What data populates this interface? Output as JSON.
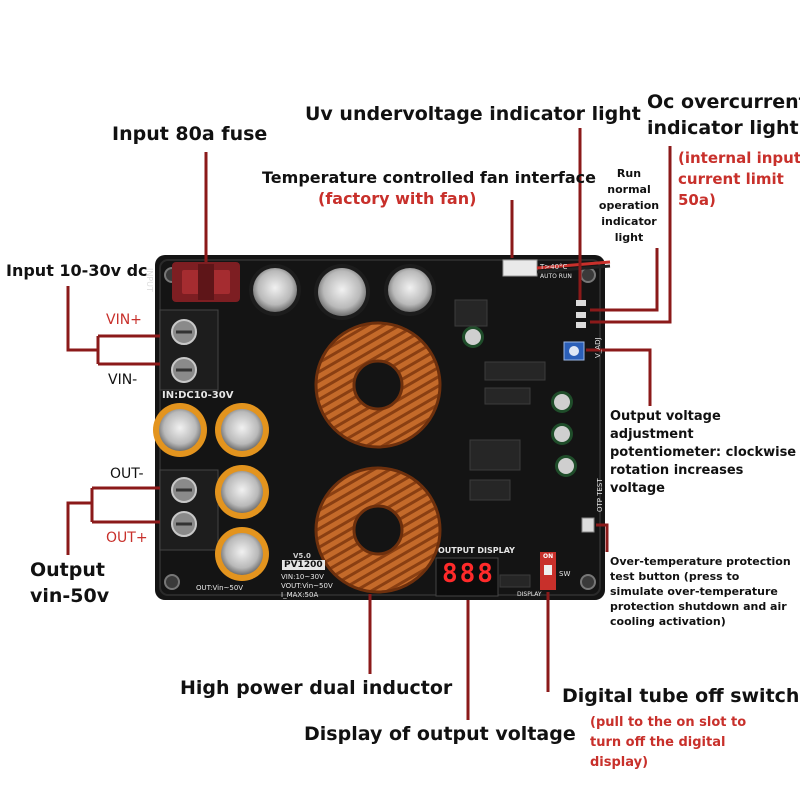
{
  "labels": {
    "input_fuse": "Input 80a fuse",
    "uv_light": "Uv undervoltage indicator light",
    "oc_light_line1": "Oc overcurrent",
    "oc_light_line2": "indicator light",
    "oc_note_line1": "(internal input",
    "oc_note_line2": "current limit",
    "oc_note_line3": "50a)",
    "fan_interface": "Temperature controlled fan interface",
    "fan_note": "(factory with fan)",
    "run_light_line1": "Run",
    "run_light_line2": "normal",
    "run_light_line3": "operation",
    "run_light_line4": "indicator",
    "run_light_line5": "light",
    "input_range": "Input 10-30v dc",
    "vin_plus": "VIN+",
    "vin_minus": "VIN-",
    "out_minus": "OUT-",
    "out_plus": "OUT+",
    "output_range_line1": "Output",
    "output_range_line2": "vin-50v",
    "pot_line1": "Output voltage",
    "pot_line2": "adjustment",
    "pot_line3": "potentiometer: clockwise",
    "pot_line4": "rotation increases",
    "pot_line5": "voltage",
    "otp_line1": "Over-temperature protection",
    "otp_line2": "test button (press to",
    "otp_line3": "simulate over-temperature",
    "otp_line4": "protection shutdown and air",
    "otp_line5": "cooling activation)",
    "inductor": "High power dual inductor",
    "display": "Display of output voltage",
    "tube_switch": "Digital tube off switch",
    "tube_note_line1": "(pull to the on slot to",
    "tube_note_line2": "turn off the digital",
    "tube_note_line3": "display)"
  },
  "board": {
    "silk_input": "IN:DC10-30V",
    "silk_output_display": "OUTPUT DISPLAY",
    "silk_model": "PV1200",
    "silk_version": "V5.0",
    "silk_vin": "VIN:10~30V",
    "silk_vout": "VOUT:Vin~50V",
    "silk_imax": "I_MAX:50A",
    "silk_out": "OUT:Vin~50V",
    "silk_input_tag": "INPUT",
    "silk_fan": "T>40°C",
    "silk_run": "AUTO RUN",
    "silk_vadj": "V_ADJ",
    "silk_otp": "OTP TEST",
    "silk_on": "ON",
    "silk_display": "DISPLAY",
    "silk_sw": "SW",
    "digits": "888"
  },
  "colors": {
    "leader": "#8b1a1a",
    "note_red": "#c8302b",
    "board": "#141414",
    "copper": "#c46a2a",
    "cap_orange": "#e3941e"
  }
}
